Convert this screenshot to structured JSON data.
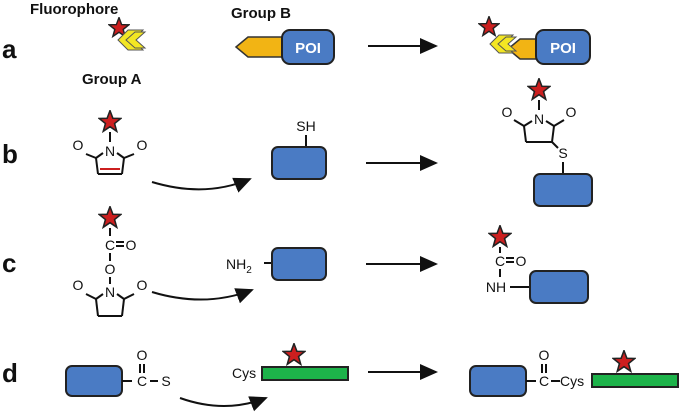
{
  "headers": {
    "fluorophore": "Fluorophore",
    "group_a": "Group A",
    "group_b": "Group B",
    "poi": "POI"
  },
  "rows": {
    "a": "a",
    "b": "b",
    "c": "c",
    "d": "d"
  },
  "chem": {
    "sh": "SH",
    "s": "S",
    "n": "N",
    "o": "O",
    "c": "C",
    "nh2_main": "NH",
    "nh2_sub": "2",
    "nh": "NH",
    "cys": "Cys",
    "c_eq": "C",
    "c_dash": "C",
    "o_eq": "O"
  },
  "colors": {
    "protein": "#4a7bc4",
    "peptide": "#1db34a",
    "star": "#cc1f1f",
    "chevron": "#f3e623",
    "tag": "#f2b414"
  }
}
